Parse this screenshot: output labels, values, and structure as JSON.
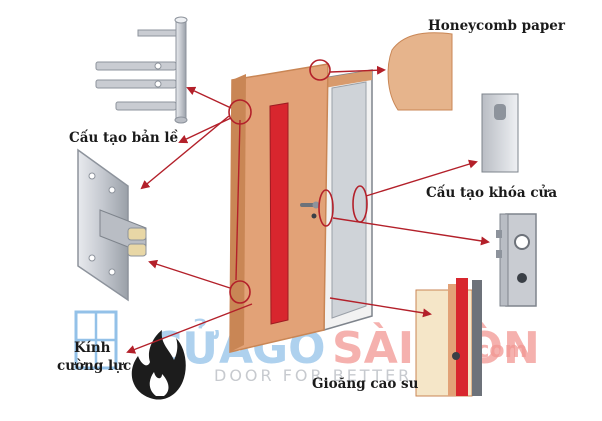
{
  "labels": {
    "honeycomb": "Honeycomb paper",
    "hinge": "Cấu tạo bản lề",
    "lock": "Cấu tạo khóa cửa",
    "glass_line1": "Kính",
    "glass_line2": "cường lực",
    "gasket": "Gioăng cao su"
  },
  "watermark": {
    "brand_cua": "CỬA",
    "brand_go": "GỖ",
    "brand_saigon": "SÀI GÒN",
    "domain": ".com",
    "tagline": "DOOR FOR BETTER LIFE"
  },
  "colors": {
    "door": "#e2a277",
    "door_edge": "#c98655",
    "glass_strip": "#d8262e",
    "arrow": "#b3202a",
    "honeycomb": "#e6b48c",
    "metal": "#c9ccd2",
    "metal_dark": "#8d939c",
    "watermark_blue": "#3b8fd6",
    "watermark_red": "#e7423a"
  }
}
